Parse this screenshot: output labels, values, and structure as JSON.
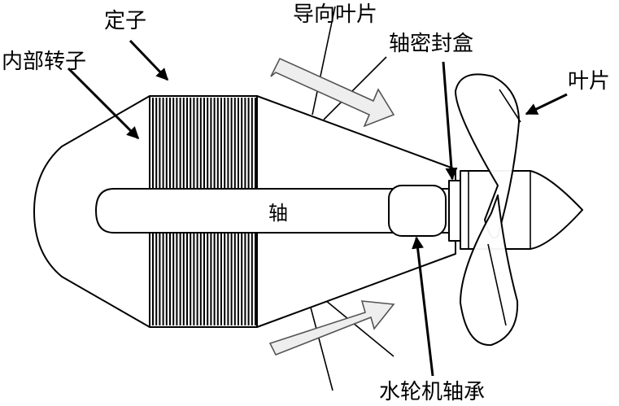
{
  "labels": {
    "stator": "定子",
    "inner_rotor": "内部转子",
    "guide_vane": "导向叶片",
    "shaft_seal_box": "轴密封盒",
    "blade": "叶片",
    "shaft": "轴",
    "turbine_bearing": "水轮机轴承"
  },
  "colors": {
    "line": "#000000",
    "background": "#ffffff",
    "flow_arrow_fill": "#eeeeee",
    "flow_arrow_stroke": "#555555"
  }
}
